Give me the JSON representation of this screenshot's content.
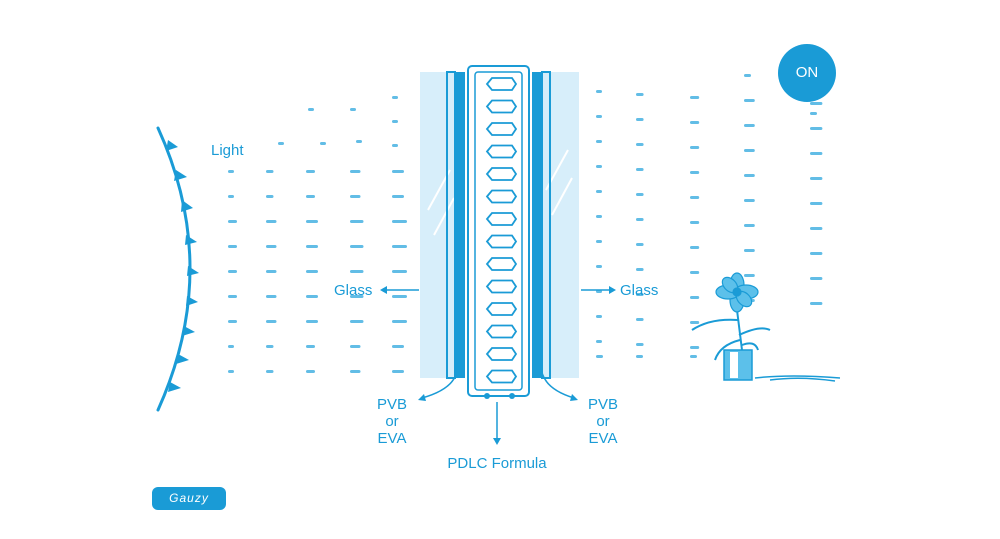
{
  "labels": {
    "light": "Light",
    "glass_left": "Glass",
    "glass_right": "Glass",
    "pvb_left": [
      "PVB",
      "or",
      "EVA"
    ],
    "pvb_right": [
      "PVB",
      "or",
      "EVA"
    ],
    "pdlc": "PDLC Formula"
  },
  "state_badge": "ON",
  "logo_text": "Gauzy",
  "colors": {
    "accent": "#1a9bd6",
    "glass": "#d7eefa",
    "dash": "#62bde6"
  }
}
